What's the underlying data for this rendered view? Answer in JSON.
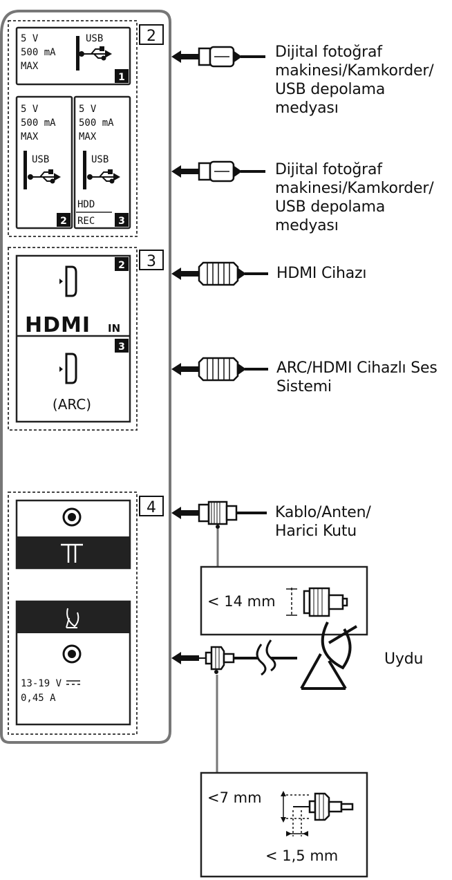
{
  "sections": [
    {
      "number": "2"
    },
    {
      "number": "3"
    },
    {
      "number": "4"
    }
  ],
  "usb_ports": [
    {
      "voltage": "5 V",
      "current": "500 mA",
      "max": "MAX",
      "type": "USB",
      "index": "1"
    },
    {
      "voltage": "5 V",
      "current": "500 mA",
      "max": "MAX",
      "type": "USB",
      "index": "2"
    },
    {
      "voltage": "5 V",
      "current": "500 mA",
      "max": "MAX",
      "type": "USB",
      "index": "3",
      "extra_line1": "HDD",
      "extra_line2": "REC"
    }
  ],
  "hdmi_ports": {
    "logo": "HDMI",
    "in_label": "IN",
    "port_a_index": "2",
    "port_b_index": "3",
    "arc_label": "(ARC)"
  },
  "satellite_port": {
    "voltage": "13-19 V",
    "current": "0,45 A"
  },
  "device_labels": {
    "usb_device_1": "Dijital fotoğraf\nmakinesi/Kamkorder/\nUSB depolama\nmedyası",
    "usb_device_2": "Dijital fotoğraf\nmakinesi/Kamkorder/\nUSB depolama\nmedyası",
    "hdmi_device": "HDMI Cihazı",
    "arc_device": "ARC/HDMI Cihazlı Ses\nSistemi",
    "antenna": "Kablo/Anten/\nHarici Kutu",
    "satellite": "Uydu"
  },
  "measurements": {
    "antenna_plug": "< 14 mm",
    "satellite_plug_height": "<7 mm",
    "satellite_plug_pin": "< 1,5 mm"
  }
}
